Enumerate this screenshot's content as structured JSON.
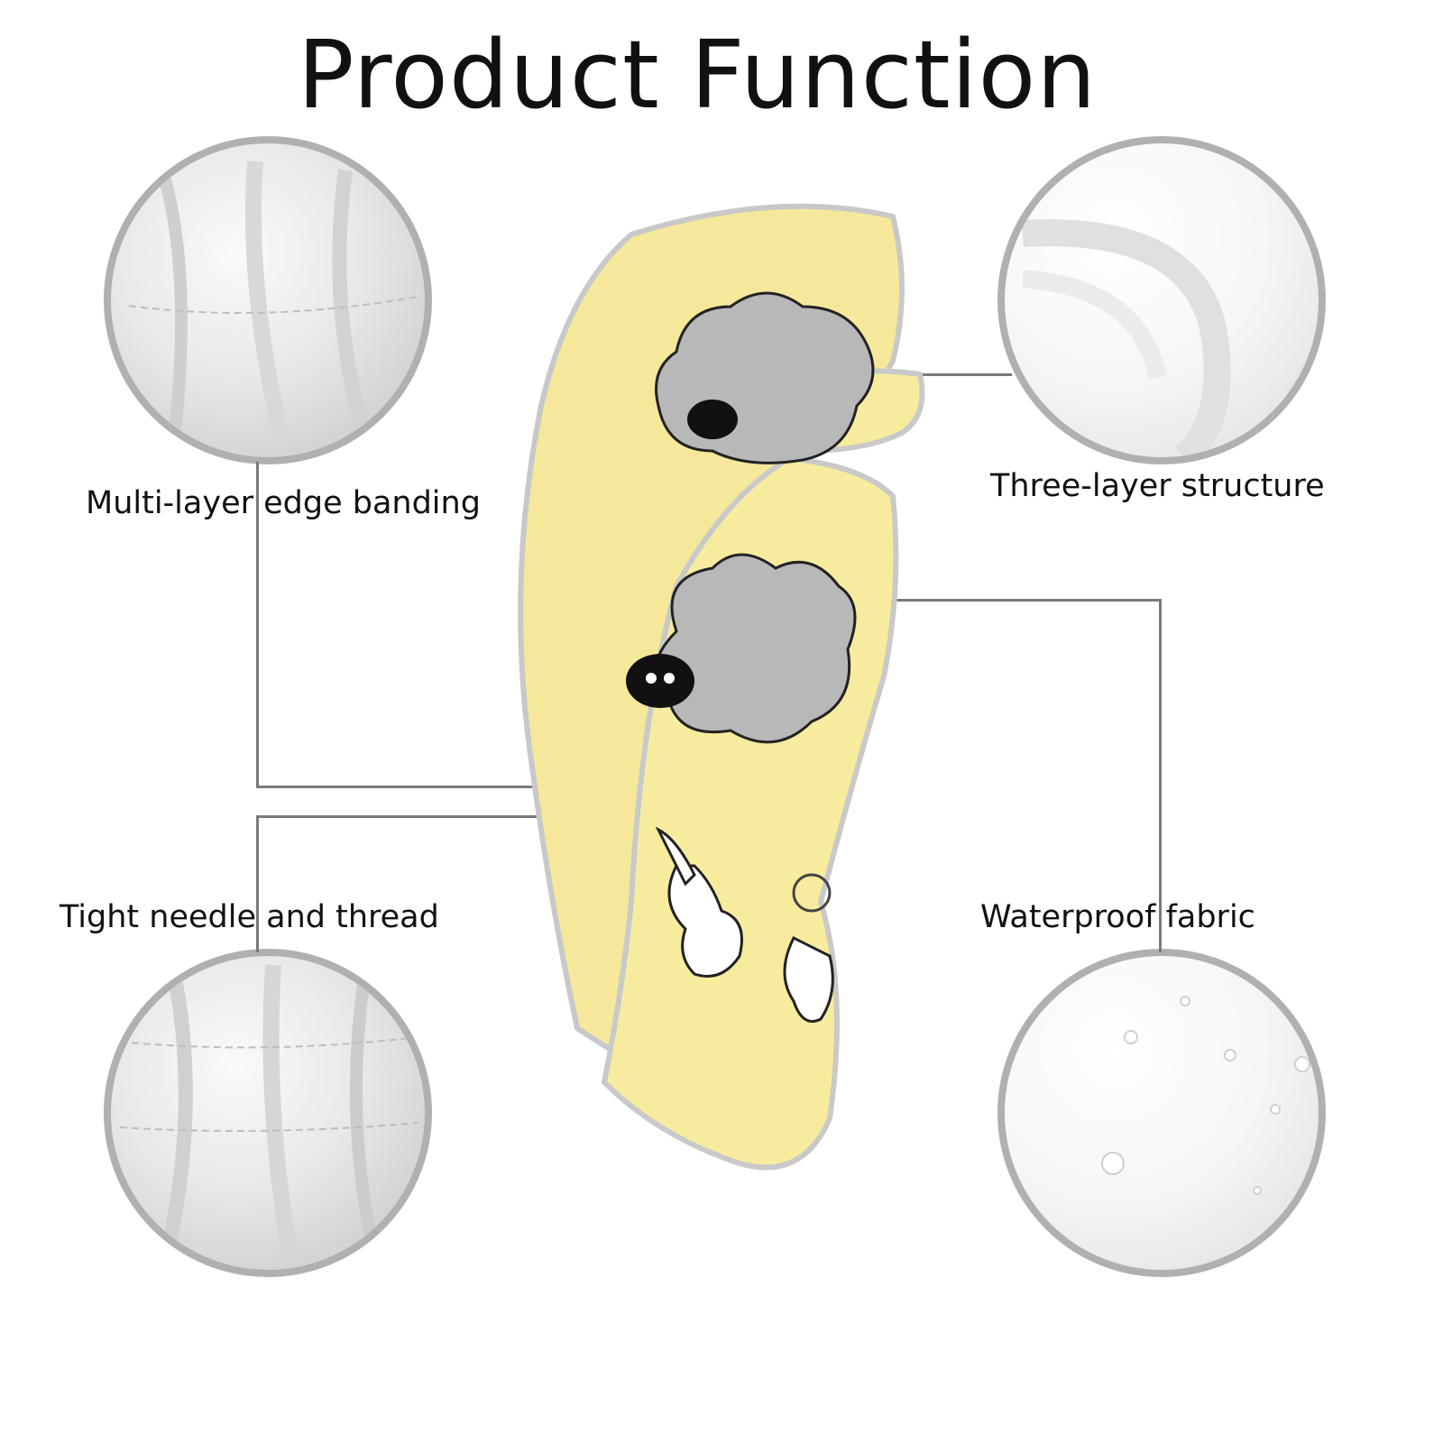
{
  "title": "Product Function",
  "features": [
    {
      "label": "Multi-layer edge banding"
    },
    {
      "label": "Three-layer structure"
    },
    {
      "label": "Tight needle and thread"
    },
    {
      "label": "Waterproof fabric"
    }
  ],
  "colors": {
    "fabric_yellow": "#f7ec9e",
    "sheep_gray": "#b5b5b5",
    "ring_gray": "#b0b0b0",
    "line_gray": "#7a7a7a"
  }
}
